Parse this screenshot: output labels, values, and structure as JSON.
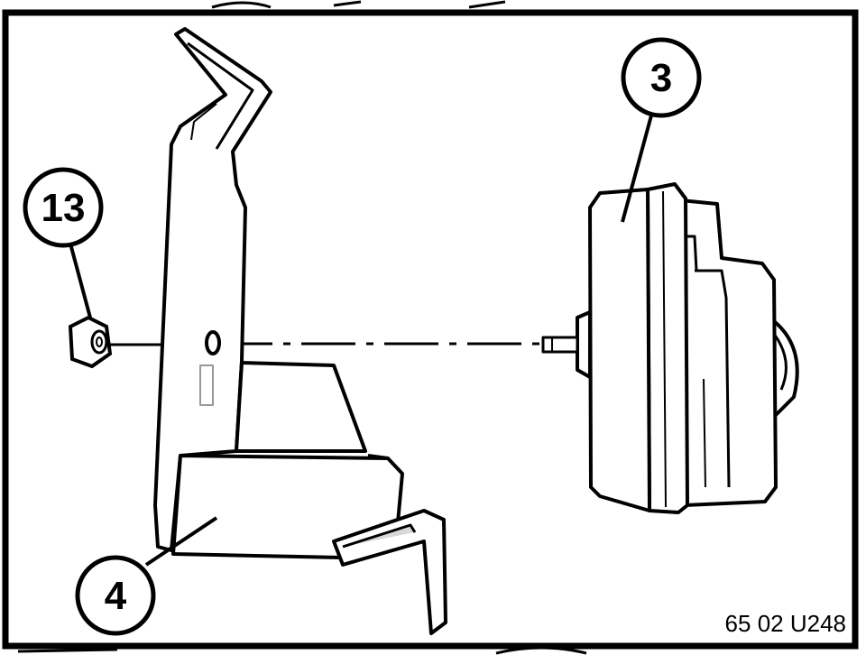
{
  "callouts": [
    {
      "id": "3",
      "label": "3"
    },
    {
      "id": "13",
      "label": "13"
    },
    {
      "id": "4",
      "label": "4"
    }
  ],
  "figure_ref": "65 02 U248",
  "colors": {
    "line": "#000000",
    "fill_light": "#ffffff",
    "shade": "#d8d8d8"
  }
}
